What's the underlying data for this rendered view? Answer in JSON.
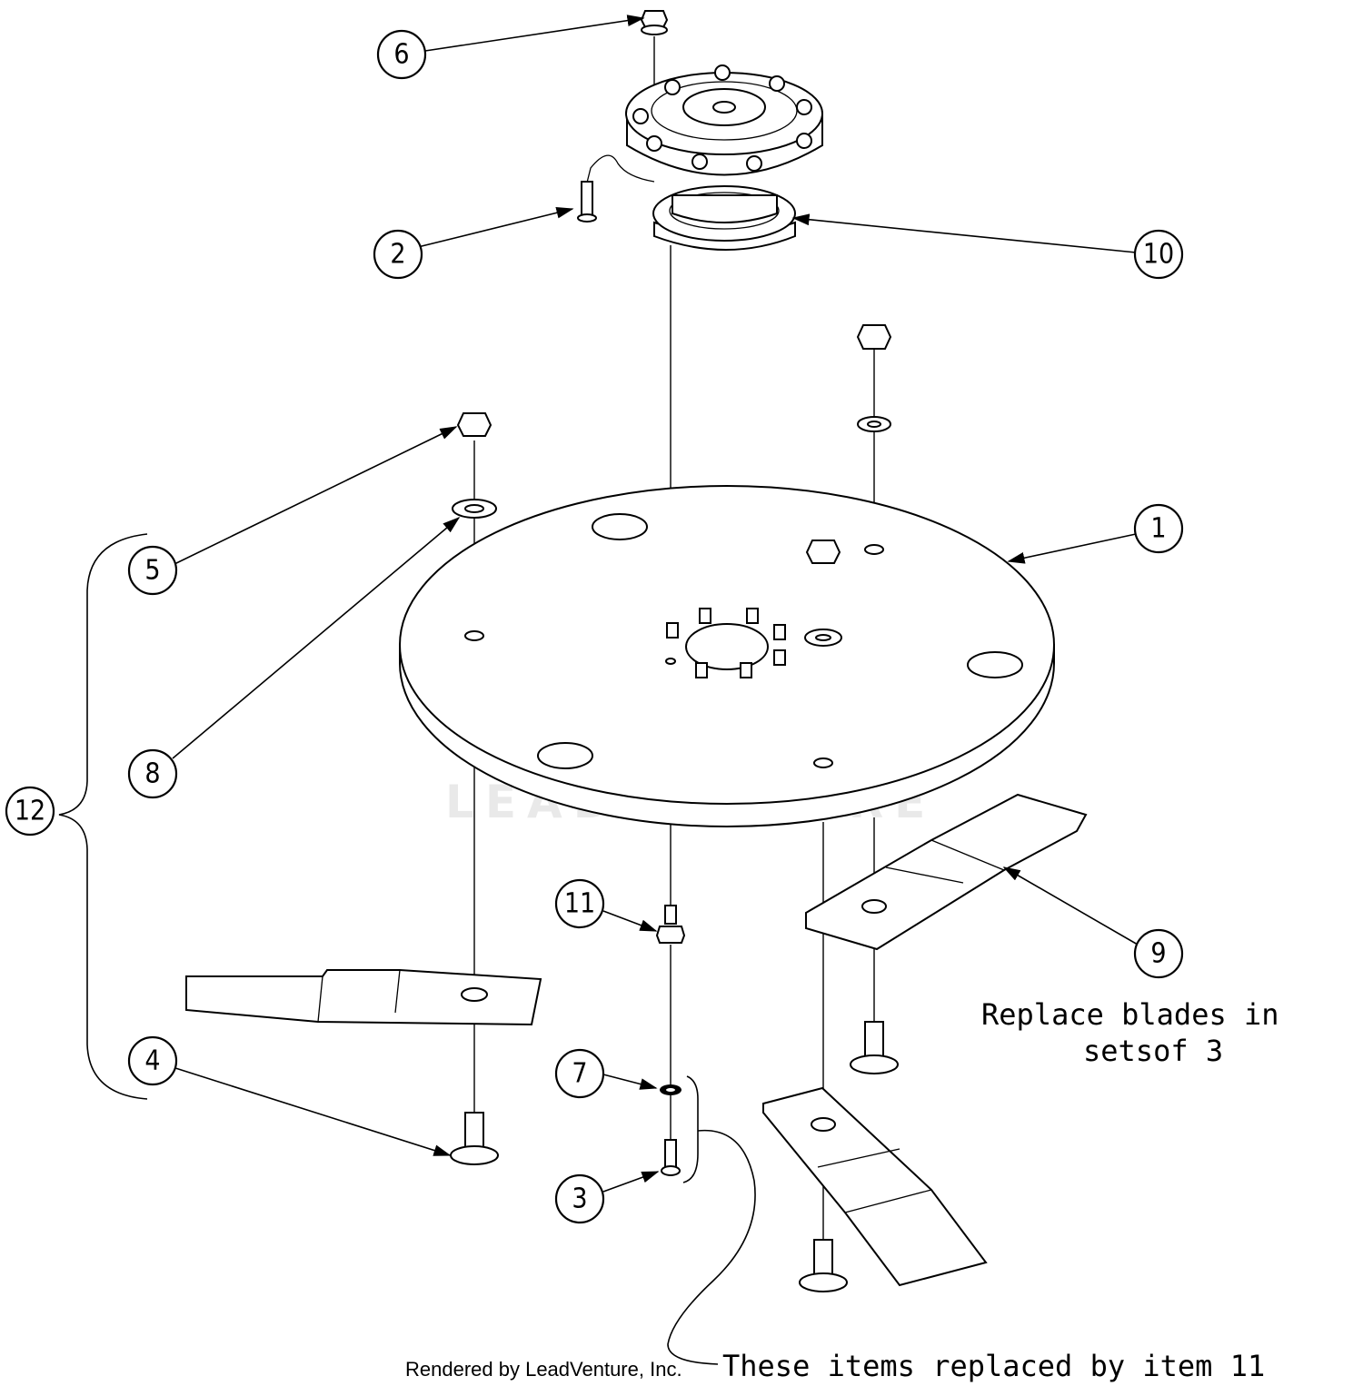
{
  "callouts": [
    {
      "id": "c1",
      "label": "1"
    },
    {
      "id": "c2",
      "label": "2"
    },
    {
      "id": "c3",
      "label": "3"
    },
    {
      "id": "c4",
      "label": "4"
    },
    {
      "id": "c5",
      "label": "5"
    },
    {
      "id": "c6",
      "label": "6"
    },
    {
      "id": "c7",
      "label": "7"
    },
    {
      "id": "c8",
      "label": "8"
    },
    {
      "id": "c9",
      "label": "9"
    },
    {
      "id": "c10",
      "label": "10"
    },
    {
      "id": "c11",
      "label": "11"
    },
    {
      "id": "c12",
      "label": "12"
    }
  ],
  "notes": {
    "blades_line1": "Replace blades in",
    "blades_line2": "setsof 3",
    "replaced": "These items replaced by item 11"
  },
  "credit": "Rendered by LeadVenture, Inc.",
  "watermark": "LEADVENTURE"
}
